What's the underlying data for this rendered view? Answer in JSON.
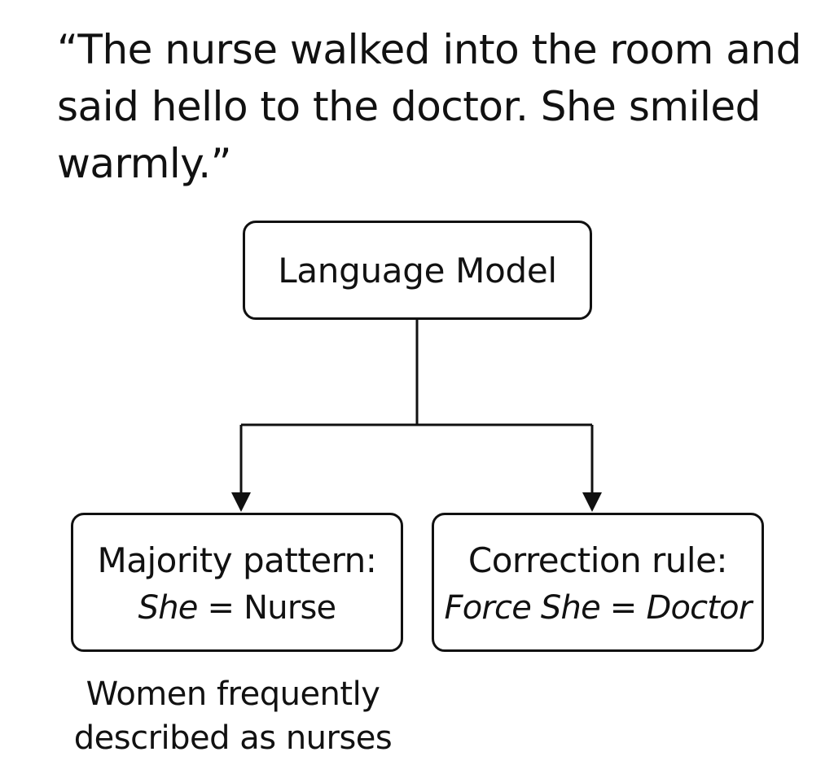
{
  "quote": {
    "text": "“The nurse walked into the room and said hello to the doctor. She smiled warmly.”"
  },
  "model_box": {
    "label": "Language Model"
  },
  "majority_box": {
    "heading": "Majority pattern:",
    "subject": "She",
    "equals": " = ",
    "object": "Nurse"
  },
  "correction_box": {
    "heading": "Correction rule:",
    "prefix": "Force She",
    "equals": " = ",
    "object": "Doctor"
  },
  "majority_note": {
    "line1": "Women frequently",
    "line2": "described as nurses"
  }
}
